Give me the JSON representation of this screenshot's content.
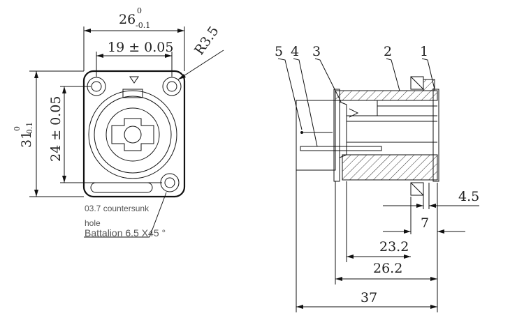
{
  "front_view": {
    "width_dim": "26",
    "width_tol_upper": "0",
    "width_tol_lower": "-0.1",
    "hole_spacing_h": "19 ± 0.05",
    "corner_radius": "R3.5",
    "height_dim": "31",
    "height_tol_upper": "0",
    "height_tol_lower": "-0.1",
    "hole_spacing_v": "24 ± 0.05",
    "note_countersunk": "03.7 countersunk",
    "note_hole": "hole",
    "note_chamfer": "Battalion 6.5 X45 °"
  },
  "side_view": {
    "part_labels": [
      "5",
      "4",
      "3",
      "2",
      "1"
    ],
    "dims": [
      "4.5",
      "7",
      "23.2",
      "26.2",
      "37"
    ]
  }
}
